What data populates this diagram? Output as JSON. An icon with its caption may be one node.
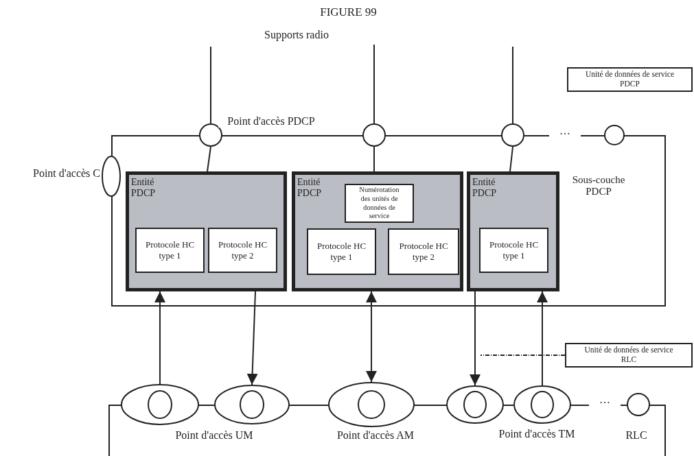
{
  "diagram": {
    "title": "FIGURE 99",
    "nodes": [
      {
        "text": [
          "Unité de données de service PDCP"
        ]
      },
      {
        "text": [],
        "shape": "circle"
      },
      {
        "text": [],
        "shape": "circle"
      },
      {
        "text": [],
        "shape": "circle"
      },
      {
        "text": [],
        "shape": "circle"
      },
      {
        "text": [
          "Sous-couche PDCP"
        ]
      },
      {
        "text": [],
        "shape": "ellipse",
        "beside": [
          "Point d'accès C"
        ]
      },
      {
        "text": [
          "Entité PDCP"
        ],
        "in": 5
      },
      {
        "text": [
          "Protocole HC type 1"
        ],
        "in": 7
      },
      {
        "text": [
          "Protocole HC type 2"
        ],
        "in": 7
      },
      {
        "text": [
          "Entité PDCP"
        ],
        "in": 5
      },
      {
        "text": [
          "Numérotation des unités de données de service"
        ],
        "in": 10
      },
      {
        "text": [
          "Protocole HC type 1"
        ],
        "in": 10
      },
      {
        "text": [
          "Protocole HC type 2"
        ],
        "in": 10
      },
      {
        "text": [
          "Entité PDCP"
        ],
        "in": 5
      },
      {
        "text": [
          "Protocole HC type 1"
        ],
        "in": 14
      },
      {
        "text": [
          "Unité de données de service RLC"
        ]
      },
      {
        "text": [
          "RLC"
        ]
      },
      {
        "text": [],
        "shape": "ellipse"
      },
      {
        "text": [],
        "shape": "ellipse"
      },
      {
        "text": [],
        "shape": "ellipse"
      },
      {
        "text": [],
        "shape": "ellipse"
      },
      {
        "text": [],
        "shape": "ellipse"
      },
      {
        "text": [],
        "shape": "circle"
      }
    ],
    "edges": [
      {
        "from": null,
        "to": 1,
        "arrow": "none"
      },
      {
        "from": null,
        "to": 2,
        "arrow": "none"
      },
      {
        "from": null,
        "to": 3,
        "arrow": "none"
      },
      {
        "from": 1,
        "to": 7,
        "arrow": "none"
      },
      {
        "from": 2,
        "to": 10,
        "arrow": "none"
      },
      {
        "from": 3,
        "to": 14,
        "arrow": "none"
      },
      {
        "from": 18,
        "to": 7,
        "arrow": "to"
      },
      {
        "from": 7,
        "to": 19,
        "arrow": "to"
      },
      {
        "from": 10,
        "to": 20,
        "arrow": "both"
      },
      {
        "from": 14,
        "to": 21,
        "arrow": "to"
      },
      {
        "from": 22,
        "to": 14,
        "arrow": "to"
      },
      {
        "from": 16,
        "to": null,
        "arrow": "none",
        "style": "dashed"
      }
    ],
    "labels": [
      "Supports radio",
      "Point d'accès PDCP",
      "…",
      "…",
      "Point d'accès UM",
      "Point d'accès AM",
      "Point d'accès TM"
    ]
  }
}
